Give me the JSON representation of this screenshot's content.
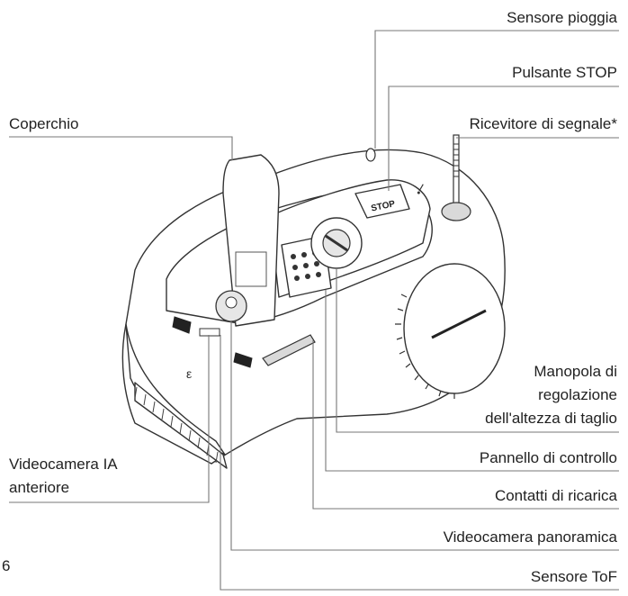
{
  "labels": {
    "sensore_pioggia": "Sensore pioggia",
    "pulsante_stop": "Pulsante STOP",
    "ricevitore_segnale": "Ricevitore di segnale*",
    "coperchio": "Coperchio",
    "manopola_line1": "Manopola di",
    "manopola_line2": "regolazione",
    "manopola_line3": "dell'altezza di taglio",
    "pannello_controllo": "Pannello di controllo",
    "videocamera_ia_line1": "Videocamera IA",
    "videocamera_ia_line2": "anteriore",
    "contatti_ricarica": "Contatti di ricarica",
    "videocamera_panoramica": "Videocamera panoramica",
    "sensore_tof": "Sensore ToF"
  },
  "page_number": "6",
  "device_markings": {
    "stop_button_text": "STOP"
  }
}
